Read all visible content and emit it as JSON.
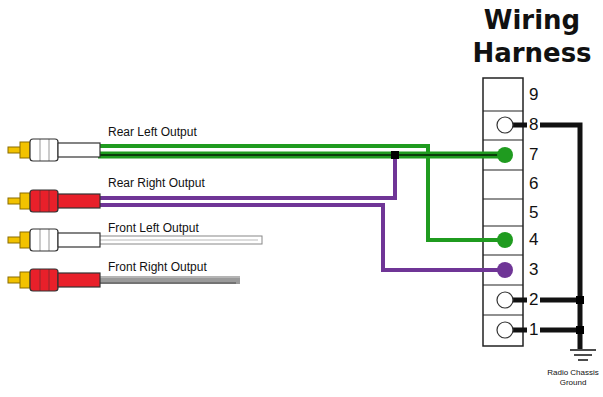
{
  "diagram": {
    "nodes": [
      {
        "text": [
          "Wiring Harness"
        ]
      }
    ],
    "labels": [
      "Rear Left Output",
      "Rear Right Output",
      "Front Left Output",
      "Front Right Output",
      "9",
      "8",
      "7",
      "6",
      "5",
      "4",
      "3",
      "2",
      "1",
      "Radio Chassis Ground"
    ]
  }
}
